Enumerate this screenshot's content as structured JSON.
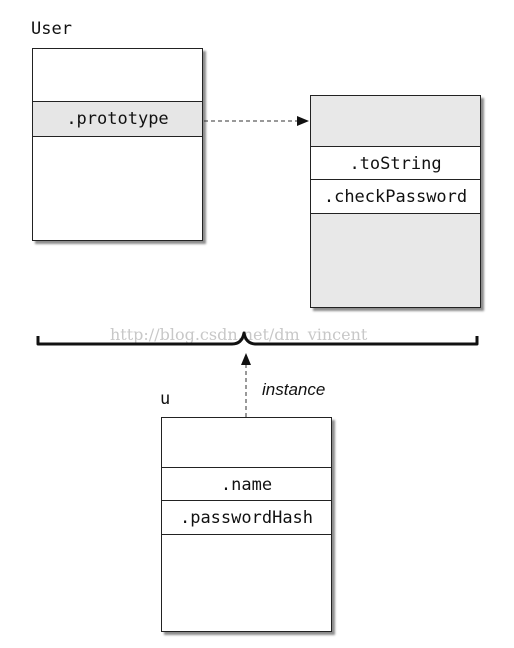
{
  "user_object": {
    "name": "User",
    "fields": [
      ".prototype"
    ]
  },
  "prototype_object": {
    "fields": [
      ".toString",
      ".checkPassword"
    ]
  },
  "instance_object": {
    "name": "u",
    "fields": [
      ".name",
      ".passwordHash"
    ]
  },
  "instance_arrow_label": "instance",
  "watermark": "http://blog.csdn.net/dm_vincent",
  "colors": {
    "box_fill": "#ffffff",
    "highlight_fill": "#e6e6e6",
    "prototype_fill": "#e8e8e8",
    "stroke": "#222222"
  }
}
